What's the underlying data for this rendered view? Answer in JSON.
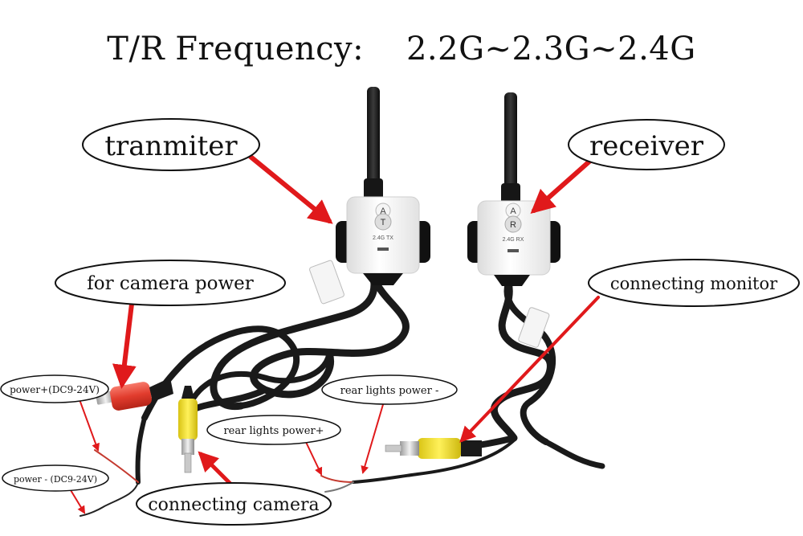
{
  "title": "T/R Frequency:    2.2G~2.3G~2.4G",
  "labels": {
    "transmitter": "tranmiter",
    "receiver": "receiver",
    "camera_power": "for camera power",
    "monitor": "connecting monitor",
    "power_plus": "power+(DC9-24V)",
    "power_minus": "power - (DC9-24V)",
    "rear_minus": "rear lights power -",
    "rear_plus": "rear lights power+",
    "connecting_camera": "connecting camera"
  },
  "device_markings": {
    "tx_top": "A",
    "tx_badge": "T",
    "tx_model": "2.4G TX",
    "rx_top": "A",
    "rx_badge": "R",
    "rx_model": "2.4G RX"
  },
  "colors": {
    "arrow": "#e0191b",
    "cable": "#1a1a1a",
    "device_body": "#f3f3f3",
    "rca_yellow": "#f2df1f",
    "dc_red": "#e34a3a"
  }
}
